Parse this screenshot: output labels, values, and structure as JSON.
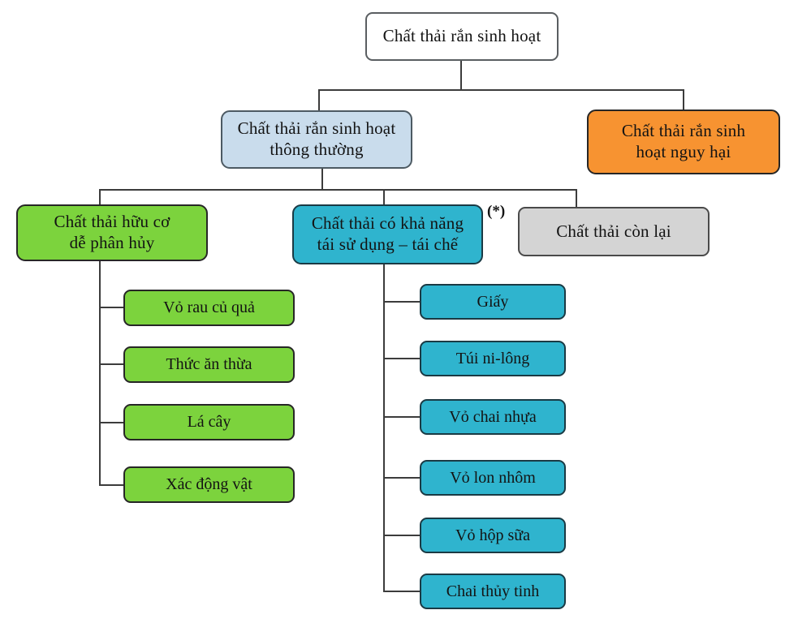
{
  "diagram": {
    "title": "Chất thải rắn sinh hoạt classification chart",
    "root": {
      "label": "Chất thải rắn sinh hoạt",
      "color": "#ffffff"
    },
    "normal": {
      "label": "Chất thải rắn sinh hoạt thông thường",
      "lines": [
        "Chất thải rắn sinh hoạt",
        "thông thường"
      ],
      "color": "#c9dcec"
    },
    "hazardous": {
      "label": "Chất thải rắn sinh hoạt nguy hại",
      "lines": [
        "Chất thải rắn sinh",
        "hoạt nguy hại"
      ],
      "color": "#f79331"
    },
    "organic": {
      "label": "Chất thải hữu cơ dễ phân hủy",
      "lines": [
        "Chất thải hữu cơ",
        "dễ phân hủy"
      ],
      "color": "#7cd33d",
      "children": [
        "Vỏ rau củ quả",
        "Thức ăn thừa",
        "Lá cây",
        "Xác động vật"
      ]
    },
    "recyclable": {
      "label": "Chất thải có khả năng tái sử dụng – tái chế",
      "lines": [
        "Chất thải có khả năng",
        "tái sử dụng – tái chế"
      ],
      "annotation": "(*)",
      "color": "#2fb4ce",
      "children": [
        "Giấy",
        "Túi ni-lông",
        "Vỏ chai nhựa",
        "Vỏ lon nhôm",
        "Vỏ hộp sữa",
        "Chai thủy tinh"
      ]
    },
    "remaining": {
      "label": "Chất thải còn lại",
      "color": "#d4d4d4"
    }
  }
}
